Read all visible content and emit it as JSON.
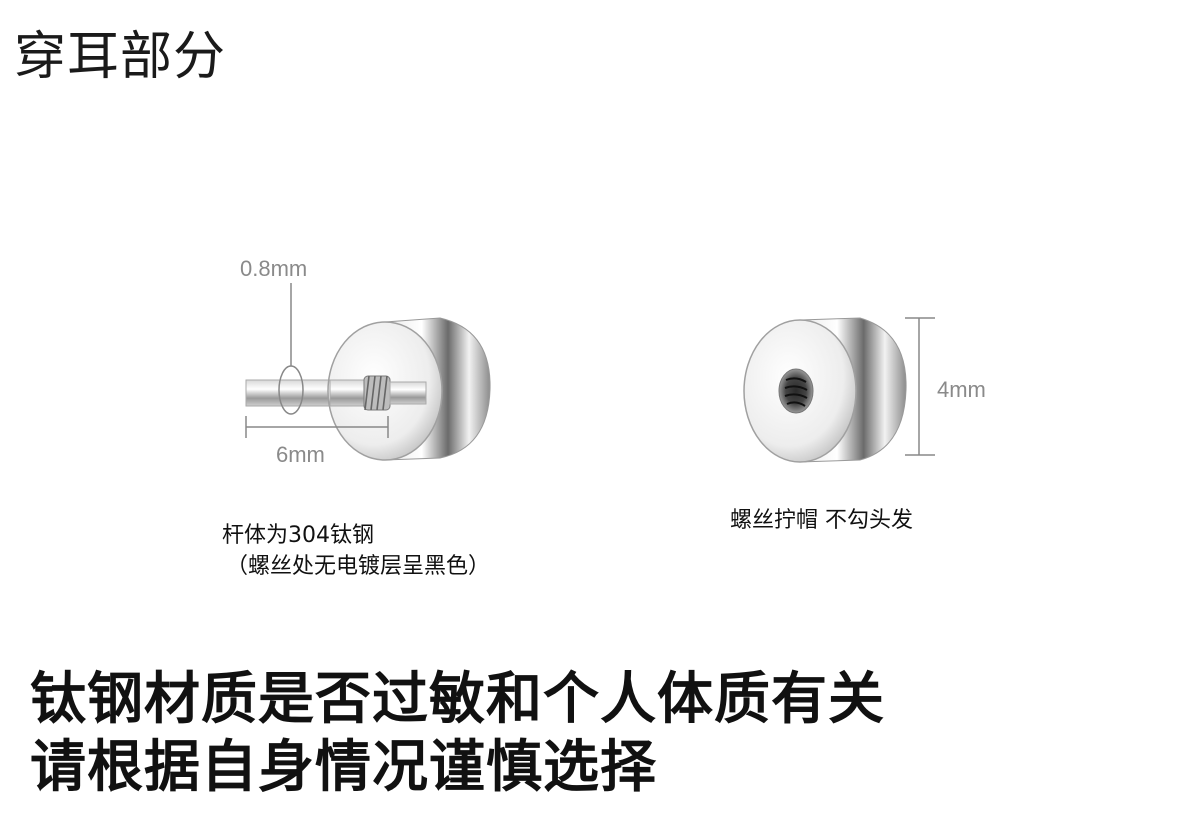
{
  "title": "穿耳部分",
  "rod": {
    "diameter_label": "0.8mm",
    "length_label": "6mm",
    "caption_line1": "杆体为304钛钢",
    "caption_line2": "（螺丝处无电镀层呈黑色）"
  },
  "cap": {
    "height_label": "4mm",
    "caption": "螺丝拧帽 不勾头发"
  },
  "footer": {
    "line1": "钛钢材质是否过敏和个人体质有关",
    "line2": "请根据自身情况谨慎选择"
  }
}
